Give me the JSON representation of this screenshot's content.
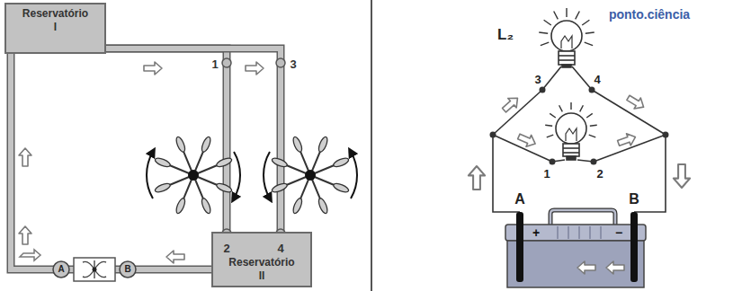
{
  "diagram": {
    "nodes": [
      {
        "text": [
          "Reservatório I"
        ]
      },
      {
        "text": [
          "Reservatório II"
        ]
      }
    ],
    "edges": [
      {
        "from": 0,
        "to": 1,
        "arrow": "none"
      },
      {
        "from": 0,
        "to": 1,
        "arrow": "none"
      },
      {
        "from": 1,
        "to": 0,
        "arrow": "none"
      }
    ],
    "labels": [
      "1",
      "3",
      "2",
      "4",
      "A",
      "B",
      "ponto.ciência",
      "L₂",
      "3",
      "4",
      "1",
      "2",
      "A",
      "B",
      "+",
      "−"
    ]
  }
}
